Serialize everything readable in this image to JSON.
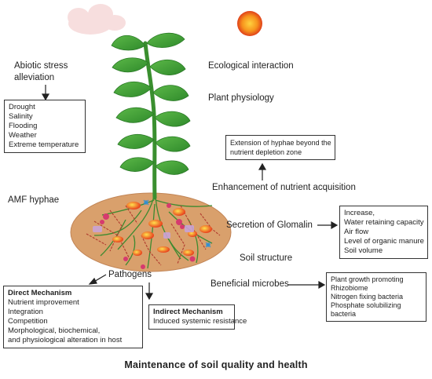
{
  "labels": {
    "abiotic_stress": "Abiotic stress",
    "alleviation": "alleviation",
    "ecological_interaction": "Ecological interaction",
    "plant_physiology": "Plant physiology",
    "enhancement": "Enhancement of nutrient acquisition",
    "amf_hyphae": "AMF hyphae",
    "secretion": "Secretion of Glomalin",
    "soil_structure": "Soil structure",
    "pathogens": "Pathogens",
    "beneficial_microbes": "Beneficial microbes"
  },
  "abiotic_box": [
    "Drought",
    "Salinity",
    "Flooding",
    "Weather",
    "Extreme temperature"
  ],
  "hyphae_box": [
    "Extension of hyphae beyond the",
    "nutrient depletion zone"
  ],
  "glomalin_box": [
    "Increase,",
    "Water retaining capacity",
    "Air flow",
    "Level of organic manure",
    "Soil volume"
  ],
  "microbes_box": [
    "Plant growth promoting",
    "Rhizobiome",
    "Nitrogen fixing bacteria",
    "Phosphate solubilizing",
    "bacteria"
  ],
  "direct_box": {
    "title": "Direct Mechanism",
    "items": [
      "Nutrient improvement",
      "Integration",
      "Competition",
      "Morphological, biochemical,",
      "and physiological alteration in host"
    ]
  },
  "indirect_box": {
    "title": "Indirect Mechanism",
    "items": [
      "Induced systemic resistance"
    ]
  },
  "caption": "Maintenance of soil quality and health",
  "colors": {
    "leaf": "#3f9e3a",
    "stem": "#3a8f2f",
    "soil": "#d9a06c",
    "sun": "#f26522",
    "hyphae": "#b03a2e"
  }
}
